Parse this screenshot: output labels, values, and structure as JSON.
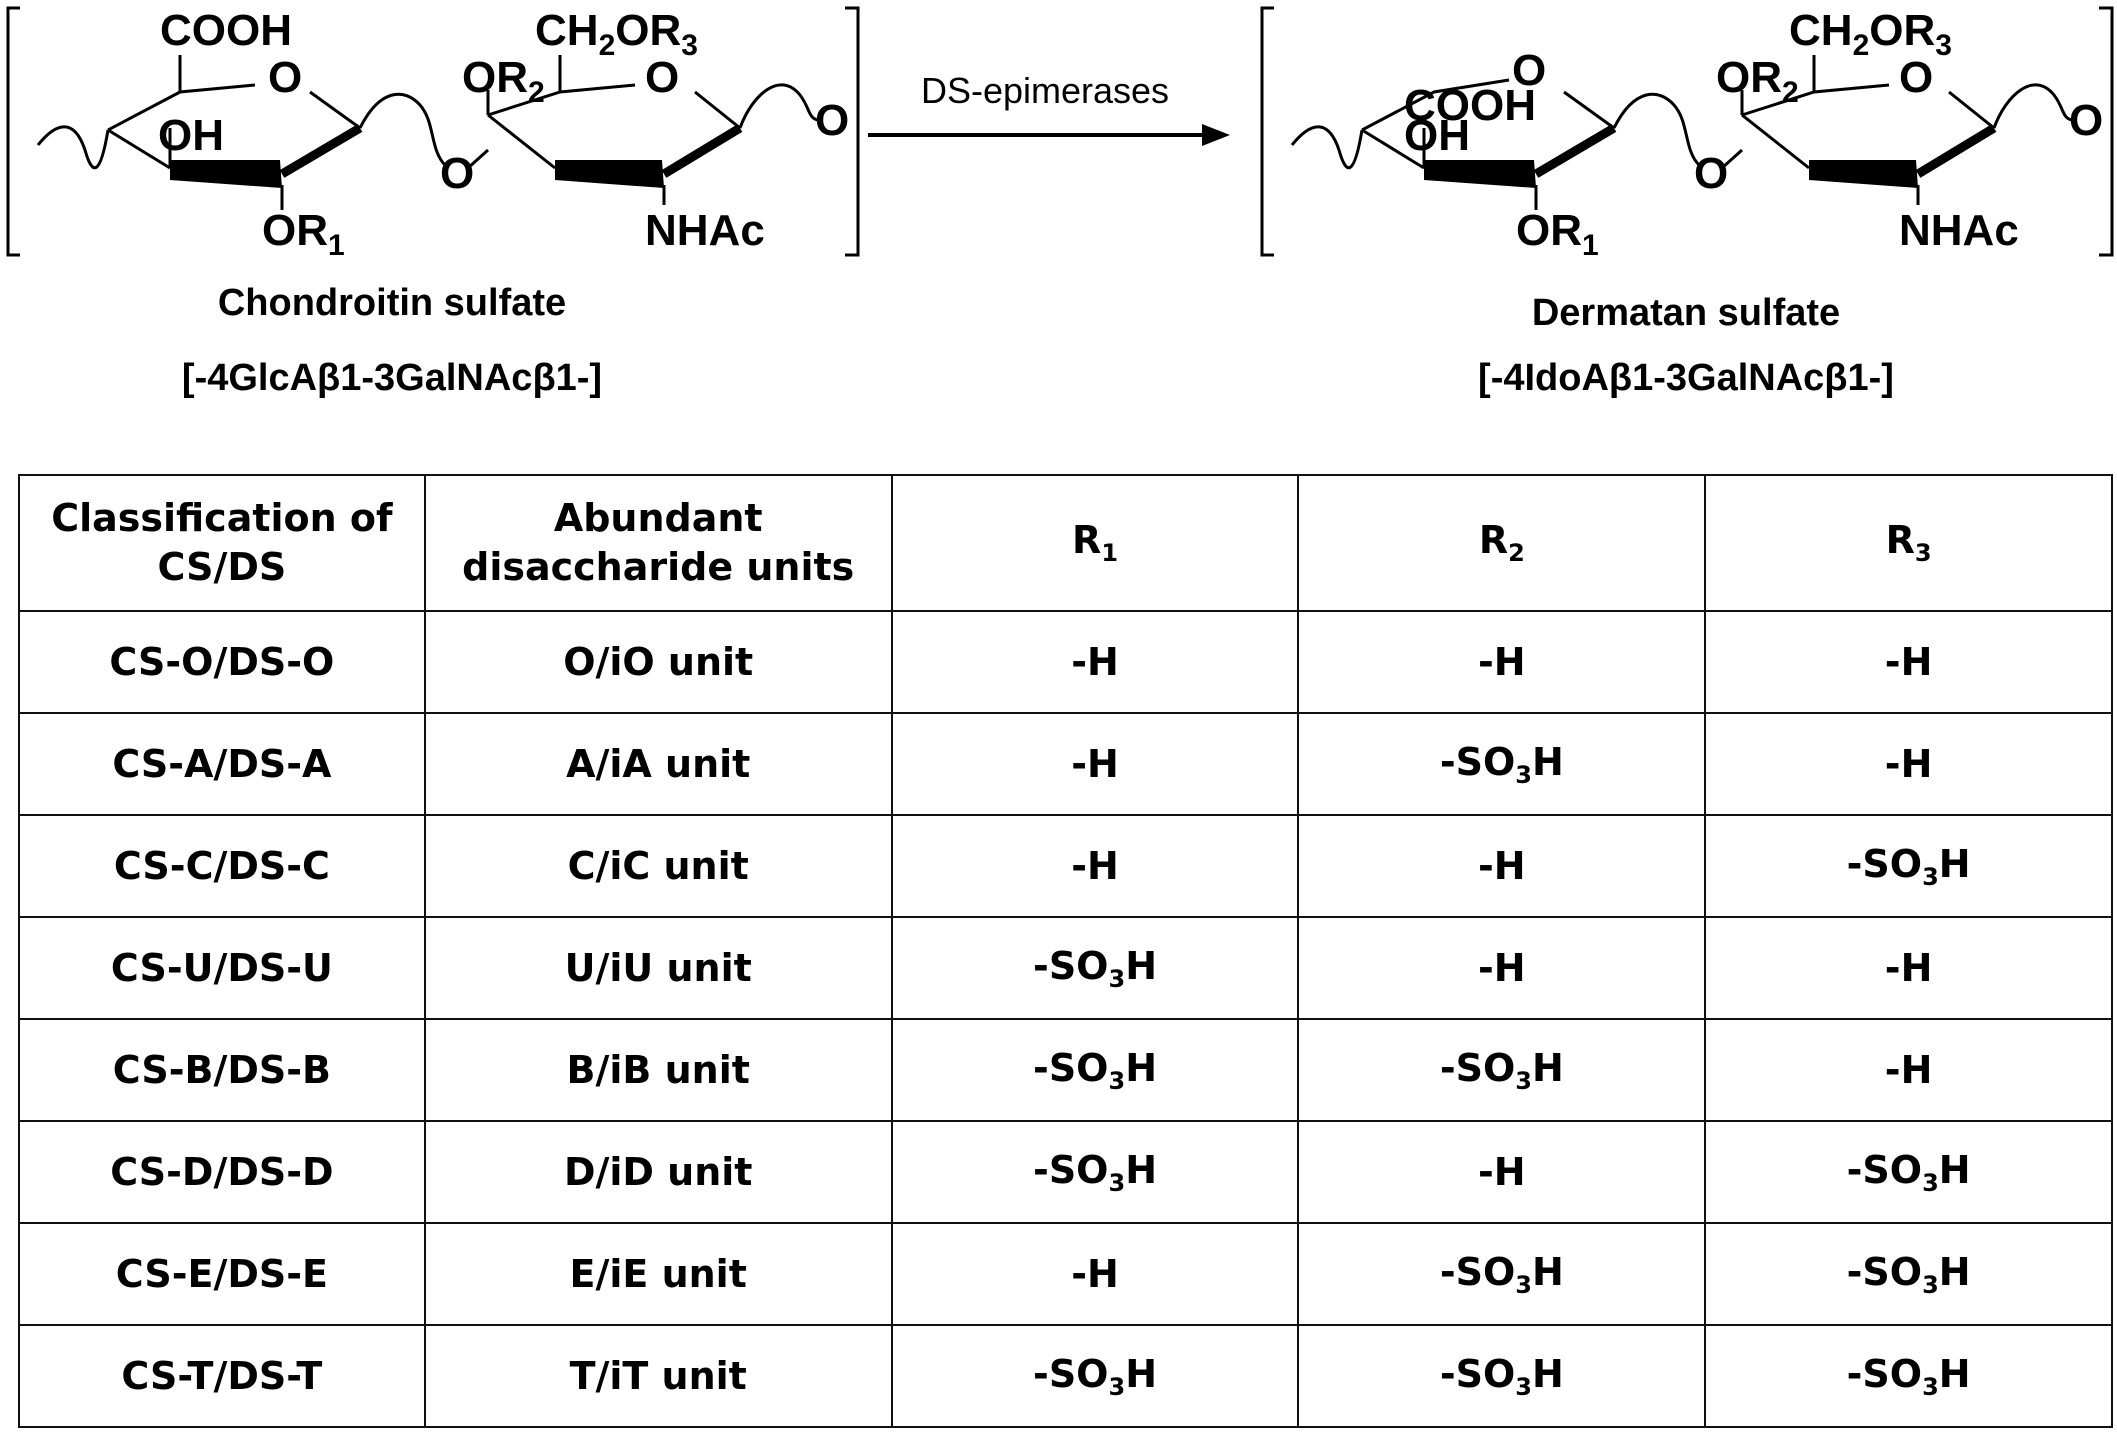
{
  "scheme": {
    "left": {
      "name": "Chondroitin sulfate",
      "sequence": "[-4GlcAβ1-3GalNAcβ1-]",
      "labels": {
        "cooh": "COOH",
        "ring_o1": "O",
        "oh": "OH",
        "or1": "OR",
        "or1_sub": "1",
        "glyco_o": "O",
        "ch2or3": "CH",
        "ch2_sub": "2",
        "or3": "OR",
        "or3_sub": "3",
        "or2": "OR",
        "or2_sub": "2",
        "ring_o2": "O",
        "nhac": "NHAc",
        "end_o": "O"
      }
    },
    "right": {
      "name": "Dermatan sulfate",
      "sequence": "[-4IdoAβ1-3GalNAcβ1-]",
      "labels": {
        "cooh": "COOH",
        "ring_o1": "O",
        "oh": "OH",
        "or1": "OR",
        "or1_sub": "1",
        "glyco_o": "O",
        "ch2or3": "CH",
        "ch2_sub": "2",
        "or3": "OR",
        "or3_sub": "3",
        "or2": "OR",
        "or2_sub": "2",
        "ring_o2": "O",
        "nhac": "NHAc",
        "end_o": "O"
      }
    },
    "arrow_label": "DS-epimerases"
  },
  "table": {
    "headers": {
      "c1_line1": "Classification of",
      "c1_line2": "CS/DS",
      "c2_line1": "Abundant",
      "c2_line2": "disaccharide units",
      "r1": "R",
      "r1_sub": "1",
      "r2": "R",
      "r2_sub": "2",
      "r3": "R",
      "r3_sub": "3"
    },
    "rows": [
      {
        "cls": "CS-O/DS-O",
        "unit": "O/iO unit",
        "r1": "-H",
        "r2": "-H",
        "r3": "-H"
      },
      {
        "cls": "CS-A/DS-A",
        "unit": "A/iA unit",
        "r1": "-H",
        "r2": "-SO3H",
        "r3": "-H"
      },
      {
        "cls": "CS-C/DS-C",
        "unit": "C/iC unit",
        "r1": "-H",
        "r2": "-H",
        "r3": "-SO3H"
      },
      {
        "cls": "CS-U/DS-U",
        "unit": "U/iU unit",
        "r1": "-SO3H",
        "r2": "-H",
        "r3": "-H"
      },
      {
        "cls": "CS-B/DS-B",
        "unit": "B/iB unit",
        "r1": "-SO3H",
        "r2": "-SO3H",
        "r3": "-H"
      },
      {
        "cls": "CS-D/DS-D",
        "unit": "D/iD unit",
        "r1": "-SO3H",
        "r2": "-H",
        "r3": "-SO3H"
      },
      {
        "cls": "CS-E/DS-E",
        "unit": "E/iE unit",
        "r1": "-H",
        "r2": "-SO3H",
        "r3": "-SO3H"
      },
      {
        "cls": "CS-T/DS-T",
        "unit": "T/iT unit",
        "r1": "-SO3H",
        "r2": "-SO3H",
        "r3": "-SO3H"
      }
    ]
  }
}
